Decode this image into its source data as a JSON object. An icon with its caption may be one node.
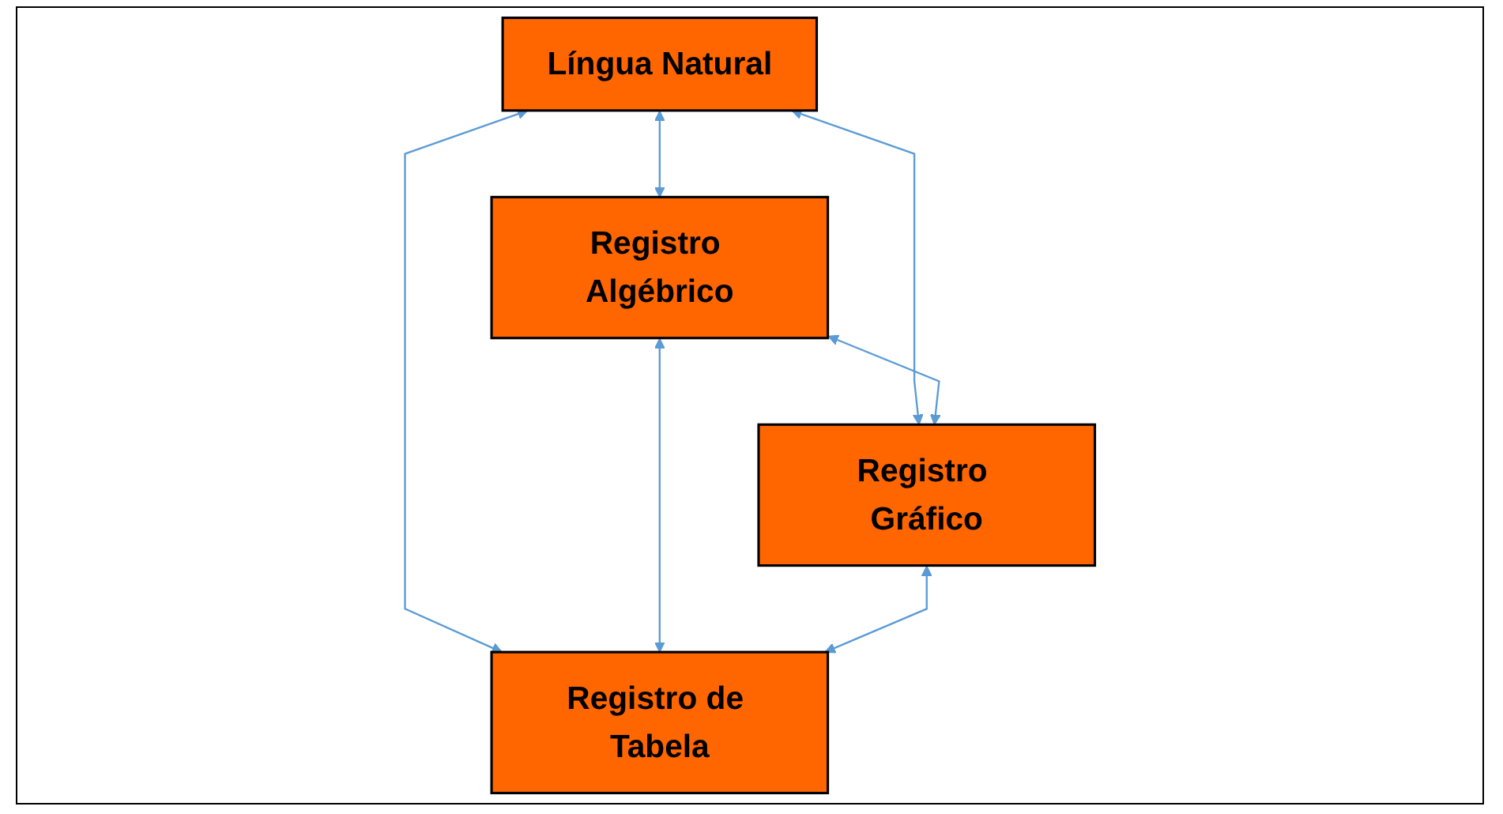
{
  "diagram": {
    "nodes": [
      {
        "text": [
          "Língua Natural"
        ]
      },
      {
        "text": [
          "Registro Algébrico"
        ]
      },
      {
        "text": [
          "Registro Gráfico"
        ]
      },
      {
        "text": [
          "Registro de Tabela"
        ]
      }
    ],
    "edges": [
      {
        "from": 0,
        "to": 1,
        "arrow": "both"
      },
      {
        "from": 0,
        "to": 2,
        "arrow": "both"
      },
      {
        "from": 1,
        "to": 2,
        "arrow": "both"
      },
      {
        "from": 0,
        "to": 3,
        "arrow": "both"
      },
      {
        "from": 1,
        "to": 3,
        "arrow": "both"
      },
      {
        "from": 2,
        "to": 3,
        "arrow": "both"
      }
    ]
  }
}
